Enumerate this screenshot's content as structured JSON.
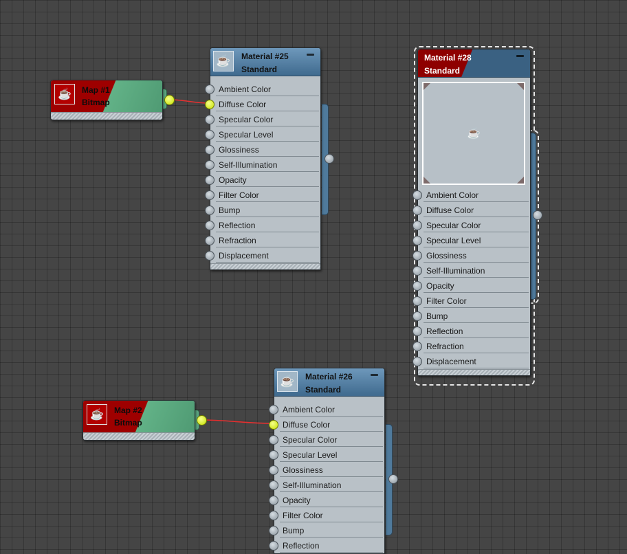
{
  "colors": {
    "canvas_background": "#454545",
    "material_header": "#4f7a9c",
    "bitmap_red": "#9e0000",
    "bitmap_green": "#5da883",
    "active_socket": "#d4ee00",
    "wire": "#e53030"
  },
  "icons": {
    "material": "teapot-icon",
    "bitmap": "teapot-icon",
    "minimize": "minimize-icon"
  },
  "maps": [
    {
      "title": "Map #1",
      "subtitle": "Bitmap"
    },
    {
      "title": "Map #2",
      "subtitle": "Bitmap"
    }
  ],
  "materials": [
    {
      "title": "Material #25",
      "subtitle": "Standard",
      "slots": [
        "Ambient Color",
        "Diffuse Color",
        "Specular Color",
        "Specular Level",
        "Glossiness",
        "Self-Illumination",
        "Opacity",
        "Filter Color",
        "Bump",
        "Reflection",
        "Refraction",
        "Displacement"
      ],
      "connected_slot": "Diffuse Color"
    },
    {
      "title": "Material #28",
      "subtitle": "Standard",
      "selected": true,
      "slots": [
        "Ambient Color",
        "Diffuse Color",
        "Specular Color",
        "Specular Level",
        "Glossiness",
        "Self-Illumination",
        "Opacity",
        "Filter Color",
        "Bump",
        "Reflection",
        "Refraction",
        "Displacement"
      ]
    },
    {
      "title": "Material #26",
      "subtitle": "Standard",
      "slots": [
        "Ambient Color",
        "Diffuse Color",
        "Specular Color",
        "Specular Level",
        "Glossiness",
        "Self-Illumination",
        "Opacity",
        "Filter Color",
        "Bump",
        "Reflection"
      ],
      "connected_slot": "Diffuse Color"
    }
  ]
}
